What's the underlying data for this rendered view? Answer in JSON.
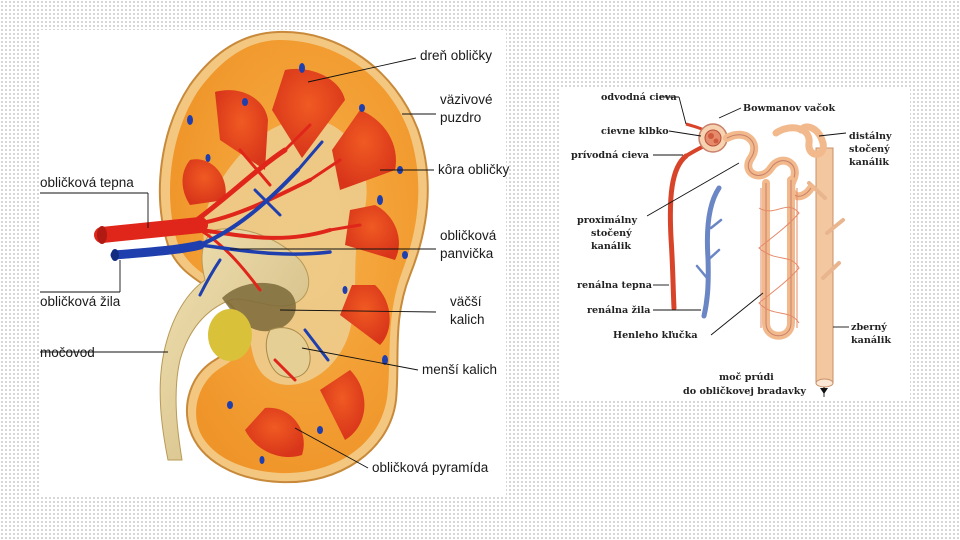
{
  "kidney": {
    "labels": {
      "medulla": "dreň obličky",
      "capsule_line1": "väzivové",
      "capsule_line2": "puzdro",
      "cortex": "kôra obličky",
      "artery": "obličková tepna",
      "pelvis_line1": "obličková",
      "pelvis_line2": "panvička",
      "vein": "obličková žila",
      "major_calyx_line1": "väčší",
      "major_calyx_line2": "kalich",
      "ureter": "močovod",
      "minor_calyx": "menší kalich",
      "pyramid": "obličková pyramída"
    },
    "colors": {
      "cortex": "#f5a238",
      "pyramid": "#e8401c",
      "artery": "#e0261a",
      "vein": "#1f3fae",
      "pelvis": "#e9d6a0"
    }
  },
  "nephron": {
    "labels": {
      "efferent": "odvodná cieva",
      "bowman": "Bowmanov vačok",
      "glomerulus": "cievne klbko",
      "afferent": "prívodná cieva",
      "distal_line1": "distálny",
      "distal_line2": "stočený",
      "distal_line3": "kanálik",
      "proximal_line1": "proximálny",
      "proximal_line2": "stočený",
      "proximal_line3": "kanálik",
      "renal_artery": "renálna tepna",
      "renal_vein": "renálna žila",
      "henle": "Henleho kľučka",
      "collecting_line1": "zberný",
      "collecting_line2": "kanálik",
      "flow_line1": "moč prúdi",
      "flow_line2": "do obličkovej bradavky"
    },
    "colors": {
      "tubule": "#f2b98c",
      "artery": "#d8442a",
      "vein": "#6a86c4"
    }
  }
}
